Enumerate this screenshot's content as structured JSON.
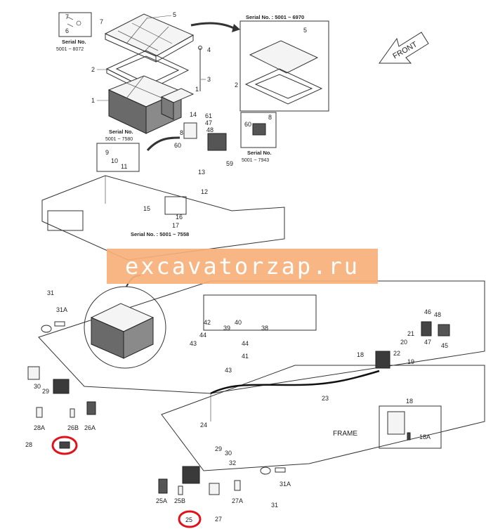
{
  "watermark": {
    "text": "excavatorzap.ru",
    "band_color": "#f6b07a"
  },
  "labels": {
    "front": "FRONT",
    "frame": "FRAME"
  },
  "serial_notes": [
    {
      "title": "Serial No.",
      "range": "5001 ~ 8072"
    },
    {
      "title": "Serial No. : 5001 ~ 6970"
    },
    {
      "title": "Serial No.",
      "range": "5001 ~ 7580"
    },
    {
      "title": "Serial No.",
      "range": "5001 ~ 7943"
    },
    {
      "title": "Serial No. : 5001 ~ 7558"
    }
  ],
  "callouts": {
    "c7": "7",
    "c5": "5",
    "c2": "2",
    "c1": "1",
    "c4": "4",
    "c3": "3",
    "c9": "9",
    "c10": "10",
    "c11": "11",
    "c6": "6",
    "c14": "14",
    "c61": "61",
    "c47": "47",
    "c48": "48",
    "c8": "8",
    "c60": "60",
    "c59": "59",
    "c13": "13",
    "c12": "12",
    "c15": "15",
    "c16": "16",
    "c17": "17",
    "c31": "31",
    "c31A": "31A",
    "c29": "29",
    "c30": "30",
    "c28A": "28A",
    "c28": "28",
    "c26B": "26B",
    "c26A": "26A",
    "c25A": "25A",
    "c25B": "25B",
    "c25": "25",
    "c27": "27",
    "c27A": "27A",
    "c24": "24",
    "c23": "23",
    "c42": "42",
    "c39": "39",
    "c40": "40",
    "c38": "38",
    "c44": "44",
    "c43": "43",
    "c41": "41",
    "c18": "18",
    "c18A": "18A",
    "c19": "19",
    "c20": "20",
    "c21": "21",
    "c22": "22",
    "c46": "46",
    "c45": "45",
    "c32": "32"
  },
  "highlight_color": "#e0131b"
}
